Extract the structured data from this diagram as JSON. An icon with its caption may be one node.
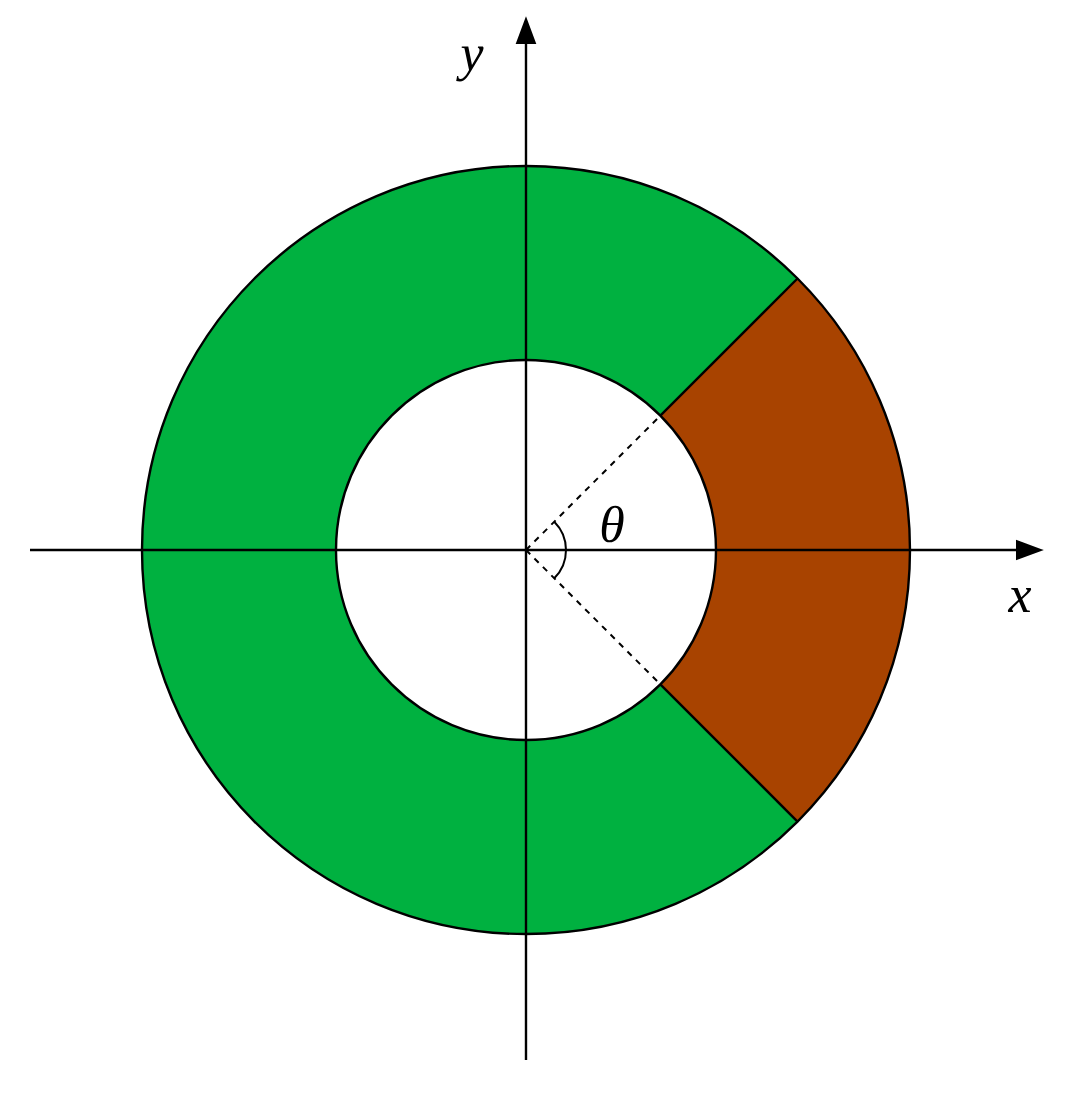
{
  "diagram": {
    "labels": [
      "y",
      "θ",
      "x"
    ]
  }
}
